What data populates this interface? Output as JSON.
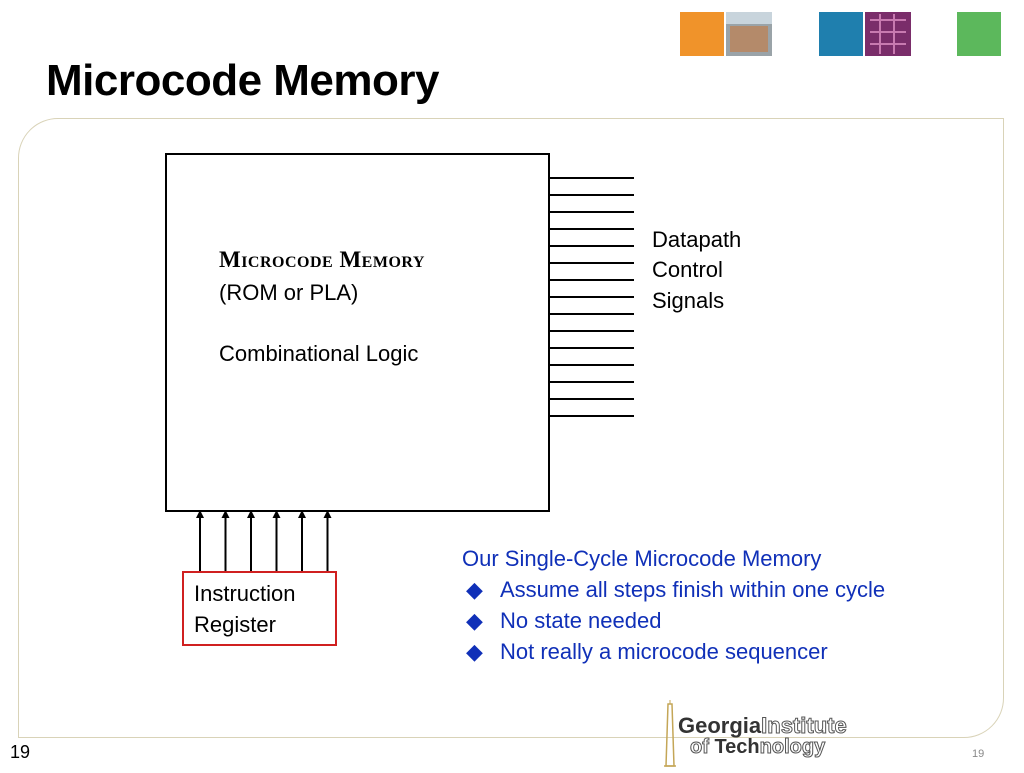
{
  "slide": {
    "title": "Microcode Memory",
    "page_number": "19",
    "page_number_small": "19"
  },
  "diagram": {
    "memory_title": "Microcode Memory",
    "memory_subtitle": "(ROM or PLA)",
    "memory_type": "Combinational Logic",
    "outputs_label_1": "Datapath",
    "outputs_label_2": "Control",
    "outputs_label_3": "Signals",
    "register_label_1": "Instruction",
    "register_label_2": "Register",
    "output_line_count": 15,
    "input_arrow_count": 6
  },
  "notes": {
    "heading": "Our Single-Cycle Microcode Memory",
    "bullet_glyph": "◆",
    "items": [
      "Assume all steps finish within one cycle",
      "No state needed",
      "Not really a microcode sequencer"
    ]
  },
  "logo": {
    "line1_bold": "Georgia",
    "line1_rest": "Institute",
    "line2_pre": "of ",
    "line2_bold": "Tech",
    "line2_rest": "nology"
  },
  "colors": {
    "orange": "#f0932a",
    "teal": "#1f7fae",
    "green": "#5cb85c",
    "purple": "#7a2d6a",
    "bullet_blue": "#1030b8",
    "register_red": "#d02020",
    "gold": "#c4a657"
  }
}
